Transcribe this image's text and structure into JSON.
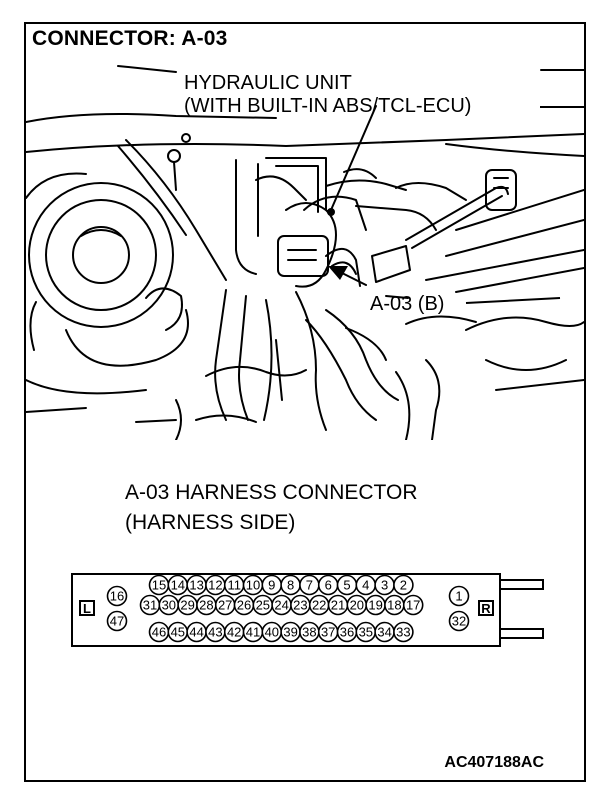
{
  "header": {
    "title": "CONNECTOR: A-03"
  },
  "photo": {
    "callout_unit_line1": "HYDRAULIC UNIT",
    "callout_unit_line2": "(WITH BUILT-IN ABS/TCL-ECU)",
    "callout_connector": "A-03 (B)"
  },
  "harness": {
    "title_line1": "A-03 HARNESS CONNECTOR",
    "title_line2": "(HARNESS SIDE)",
    "left_marker": "L",
    "right_marker": "R",
    "row1": [
      "15",
      "14",
      "13",
      "12",
      "11",
      "10",
      "9",
      "8",
      "7",
      "6",
      "5",
      "4",
      "3",
      "2"
    ],
    "row2": [
      "31",
      "30",
      "29",
      "28",
      "27",
      "26",
      "25",
      "24",
      "23",
      "22",
      "21",
      "20",
      "19",
      "18",
      "17"
    ],
    "row3": [
      "46",
      "45",
      "44",
      "43",
      "42",
      "41",
      "40",
      "39",
      "38",
      "37",
      "36",
      "35",
      "34",
      "33"
    ],
    "left_col": [
      "16",
      "47"
    ],
    "right_col": [
      "1",
      "32"
    ]
  },
  "footer": {
    "figure_id": "AC407188AC"
  }
}
